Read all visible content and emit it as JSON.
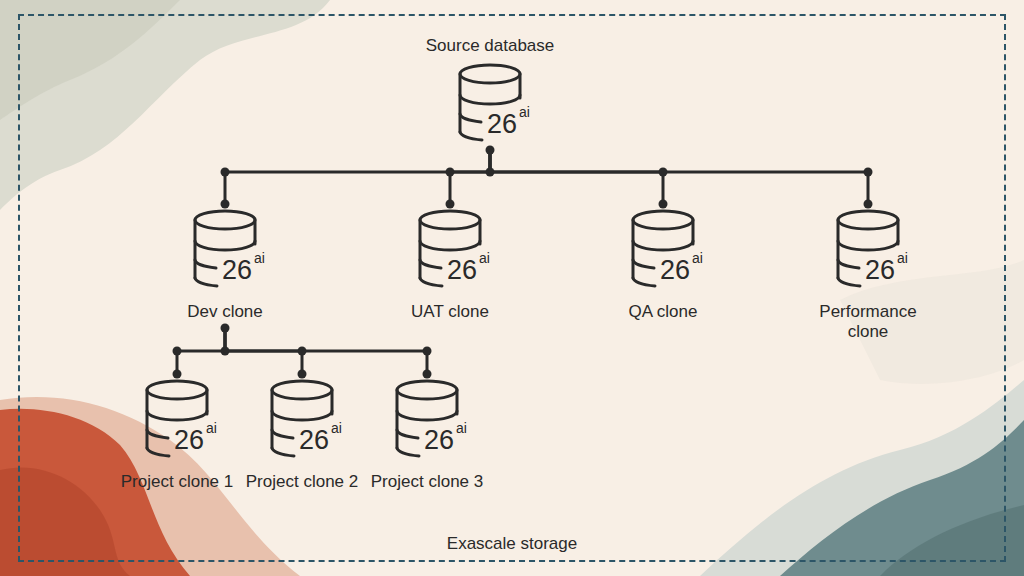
{
  "diagram": {
    "nodes": [
      {
        "text": [
          "Exascale storage"
        ]
      },
      {
        "text": [
          "Source database",
          "26",
          "ai"
        ],
        "in": 0
      },
      {
        "text": [
          "Dev clone",
          "26",
          "ai"
        ],
        "in": 0
      },
      {
        "text": [
          "UAT clone",
          "26",
          "ai"
        ],
        "in": 0
      },
      {
        "text": [
          "QA clone",
          "26",
          "ai"
        ],
        "in": 0
      },
      {
        "text": [
          "Performance clone",
          "26",
          "ai"
        ],
        "in": 0
      },
      {
        "text": [
          "Project clone 1",
          "26",
          "ai"
        ],
        "in": 0
      },
      {
        "text": [
          "Project clone 2",
          "26",
          "ai"
        ],
        "in": 0
      },
      {
        "text": [
          "Project clone 3",
          "26",
          "ai"
        ],
        "in": 0
      }
    ],
    "edges": [
      {
        "from": 1,
        "to": 2,
        "arrow": "none"
      },
      {
        "from": 1,
        "to": 3,
        "arrow": "none"
      },
      {
        "from": 1,
        "to": 4,
        "arrow": "none"
      },
      {
        "from": 1,
        "to": 5,
        "arrow": "none"
      },
      {
        "from": 2,
        "to": 6,
        "arrow": "none"
      },
      {
        "from": 2,
        "to": 7,
        "arrow": "none"
      },
      {
        "from": 2,
        "to": 8,
        "arrow": "none"
      }
    ]
  }
}
